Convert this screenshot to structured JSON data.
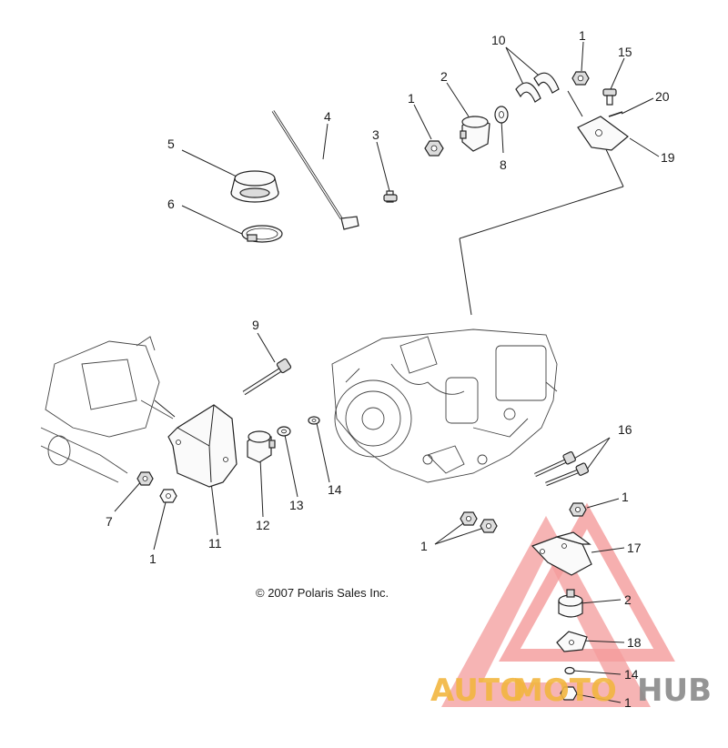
{
  "diagram": {
    "copyright": "© 2007 Polaris Sales Inc.",
    "callouts": [
      "1",
      "2",
      "3",
      "4",
      "5",
      "6",
      "7",
      "8",
      "9",
      "10",
      "11",
      "12",
      "13",
      "14",
      "15",
      "16",
      "17",
      "18",
      "19",
      "20"
    ],
    "callout_instances": {
      "one_a": "1",
      "one_b": "1",
      "one_c": "1",
      "one_d": "1",
      "one_e": "1",
      "one_f": "1",
      "two_a": "2",
      "two_b": "2",
      "fourteen_a": "14",
      "fourteen_b": "14"
    }
  },
  "watermark": {
    "text_part1": "AUTO",
    "text_part2": "MOTO",
    "text_part3": "HUB",
    "colors": {
      "orange": "#f2b640",
      "red": "#f07c7c",
      "gray": "#8a8a8a"
    }
  }
}
